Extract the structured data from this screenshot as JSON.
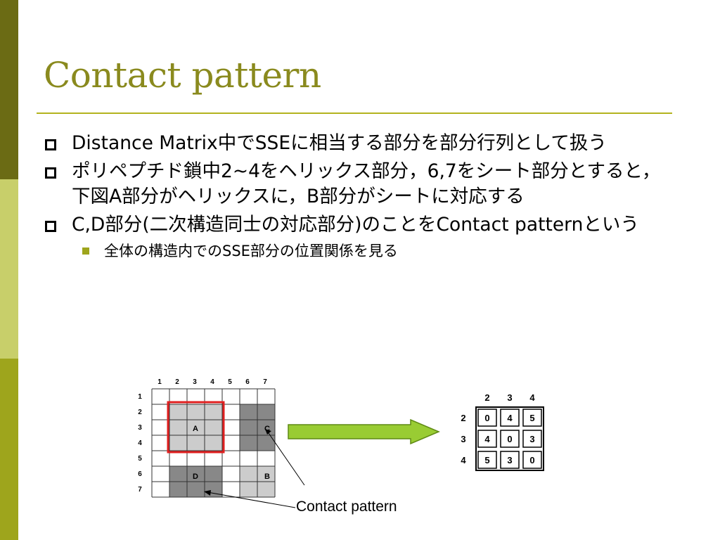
{
  "slide": {
    "title": "Contact pattern",
    "bullets": [
      {
        "text": "Distance Matrix中でSSEに相当する部分を部分行列として扱う"
      },
      {
        "text": "ポリペプチド鎖中2~4をヘリックス部分，6,7をシート部分とすると，下図A部分がヘリックスに，B部分がシートに対応する"
      },
      {
        "text": "C,D部分(二次構造同士の対応部分)のことをContact patternという"
      }
    ],
    "sub_bullets": [
      {
        "text": "全体の構造内でのSSE部分の位置関係を見る"
      }
    ]
  },
  "matrix": {
    "column_labels": [
      "1",
      "2",
      "3",
      "4",
      "5",
      "6",
      "7"
    ],
    "row_labels": [
      "1",
      "2",
      "3",
      "4",
      "5",
      "6",
      "7"
    ],
    "region_labels": {
      "A": "A",
      "B": "B",
      "C": "C",
      "D": "D"
    }
  },
  "submatrix": {
    "column_labels": [
      "2",
      "3",
      "4"
    ],
    "row_labels": [
      "2",
      "3",
      "4"
    ],
    "cells": [
      [
        "0",
        "4",
        "5"
      ],
      [
        "4",
        "0",
        "3"
      ],
      [
        "5",
        "3",
        "0"
      ]
    ]
  },
  "caption": "Contact pattern",
  "colors": {
    "highlight_box": "#e02020",
    "arrow_fill": "#99cc33",
    "region_light": "#cccccc",
    "region_dark": "#888888"
  }
}
